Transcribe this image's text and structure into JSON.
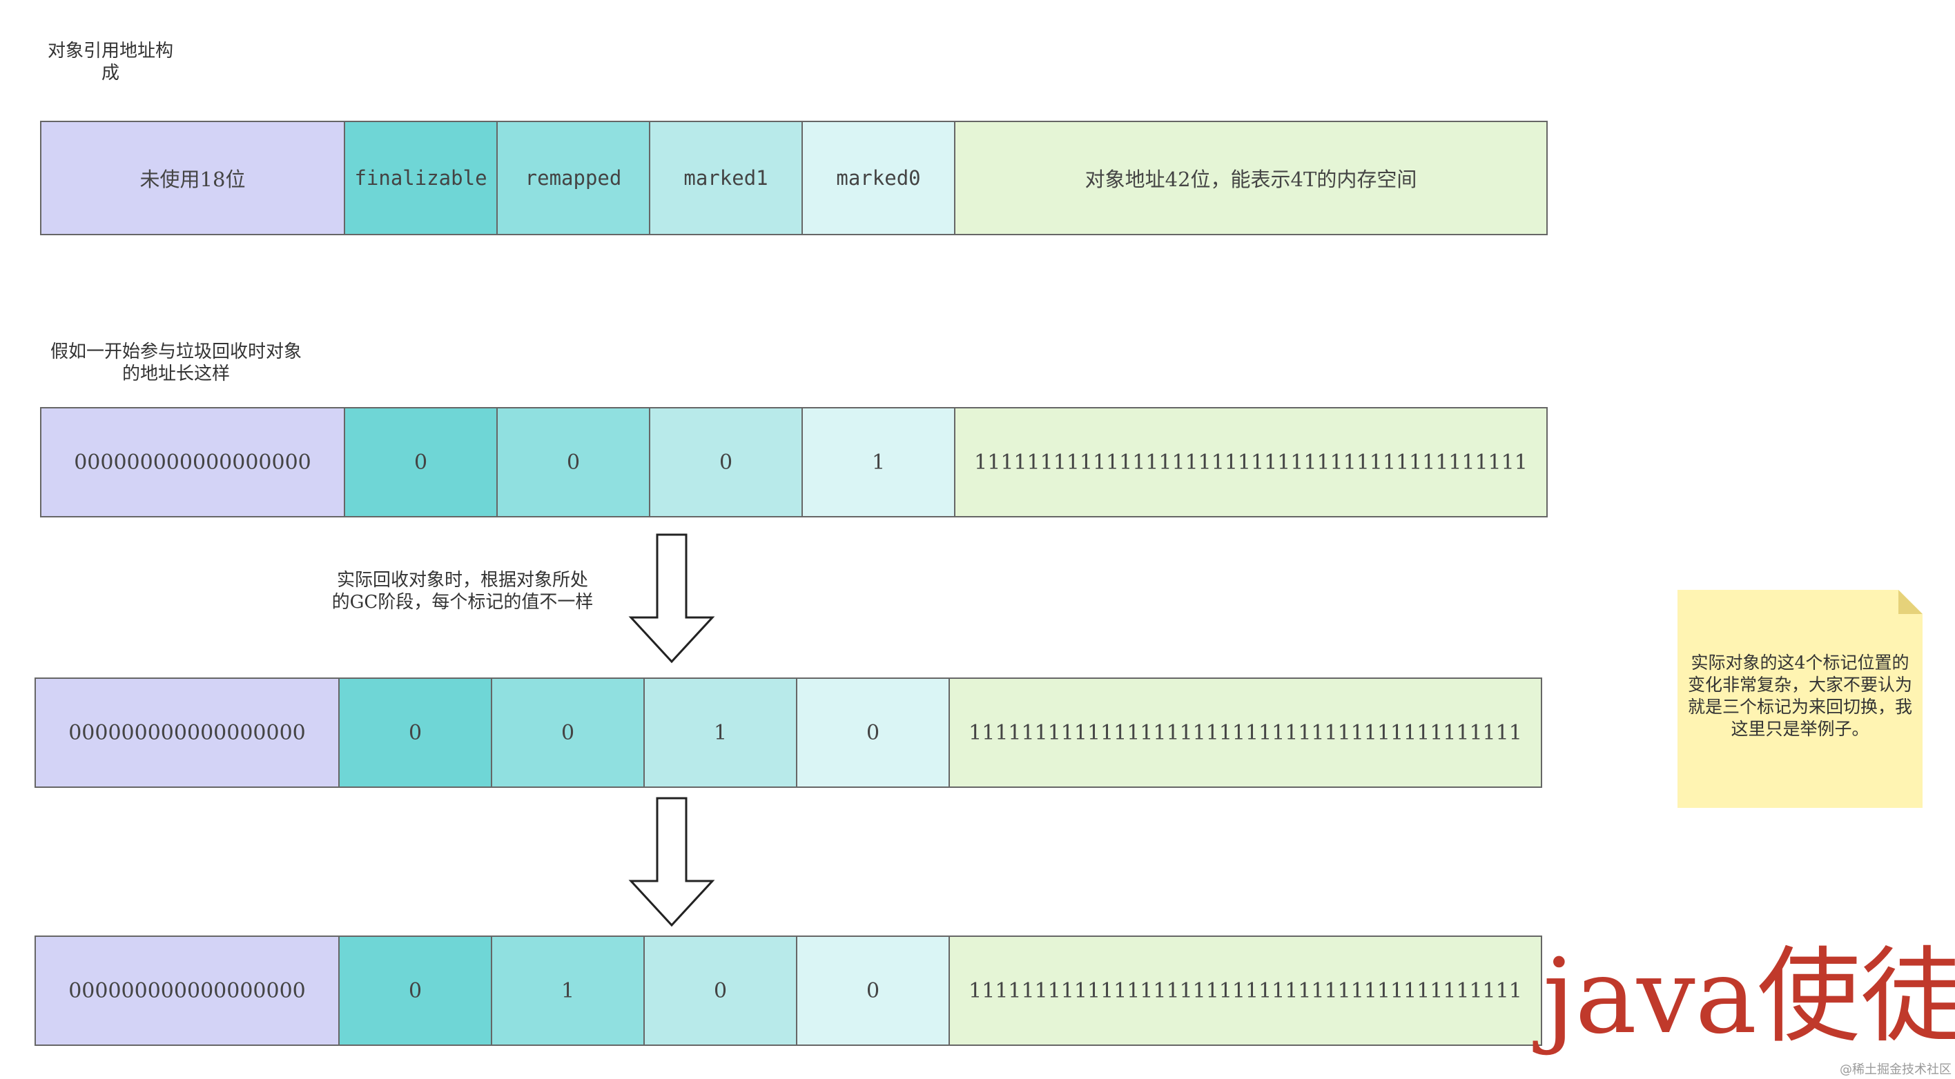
{
  "labels": {
    "structure_title": "对象引用地址构\n成",
    "initial_title": "假如一开始参与垃圾回收时对象\n的地址长这样",
    "gc_phase_note": "实际回收对象时，根据对象所处\n的GC阶段，每个标记的值不一样"
  },
  "header_row": [
    "未使用18位",
    "finalizable",
    "remapped",
    "marked1",
    "marked0",
    "对象地址42位，能表示4T的内存空间"
  ],
  "rows": [
    [
      "000000000000000000",
      "0",
      "0",
      "0",
      "1",
      "111111111111111111111111111111111111111111"
    ],
    [
      "000000000000000000",
      "0",
      "0",
      "1",
      "0",
      "111111111111111111111111111111111111111111"
    ],
    [
      "000000000000000000",
      "0",
      "1",
      "0",
      "0",
      "111111111111111111111111111111111111111111"
    ]
  ],
  "sticky_note": "实际对象的这4个标记位置的变化非常复杂，大家不要认为就是三个标记为来回切换，我这里只是举例子。",
  "brand_text": "java使徒",
  "watermark_text": "@稀土掘金技术社区",
  "colors": {
    "unused": "#d3d3f6",
    "finalizable": "#6fd6d6",
    "remapped": "#90e0e0",
    "marked1": "#b8eaea",
    "marked0": "#daf5f5",
    "address": "#e5f5d6",
    "note": "#fff4b2",
    "brand": "#c0392b"
  }
}
